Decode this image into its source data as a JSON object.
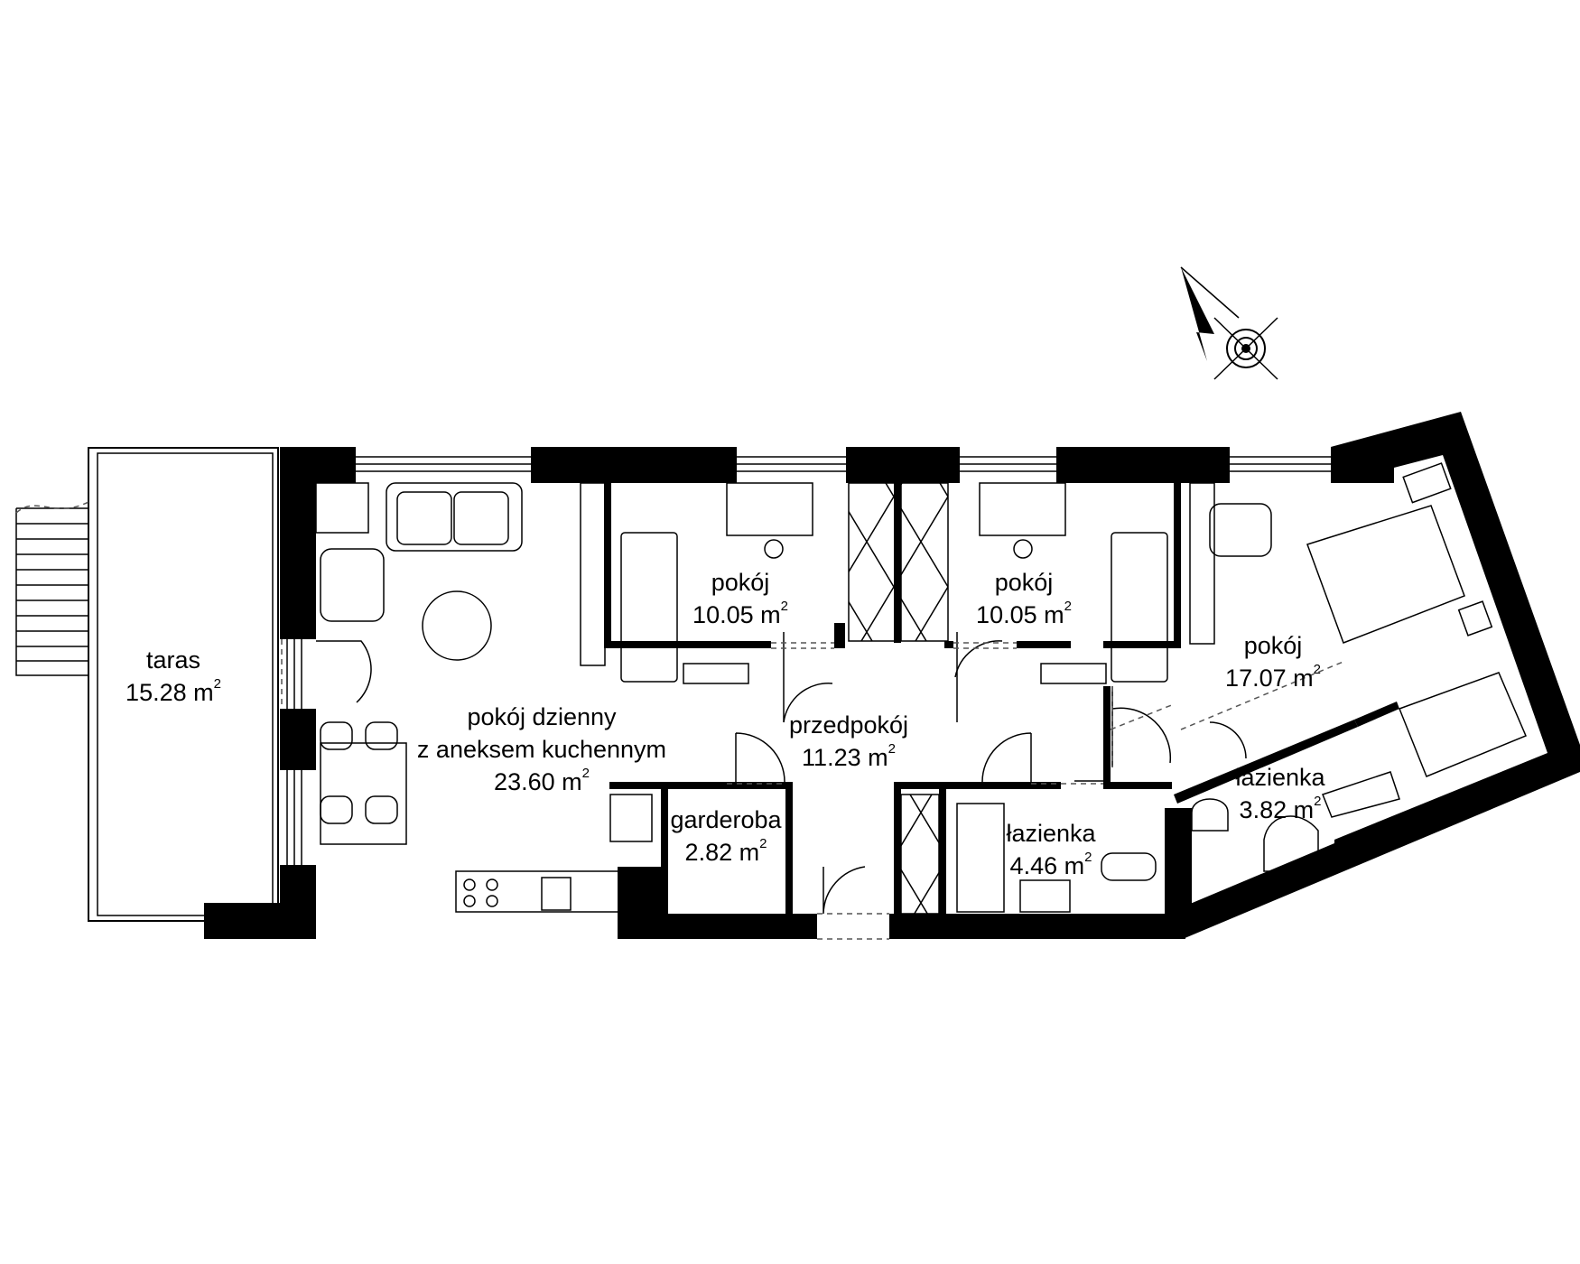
{
  "rooms": [
    {
      "id": "taras",
      "name": "taras",
      "area": "15.28 m"
    },
    {
      "id": "living",
      "name_lines": [
        "pokój dzienny",
        "z aneksem kuchennym"
      ],
      "area": "23.60 m"
    },
    {
      "id": "bedroom-1",
      "name": "pokój",
      "area": "10.05 m"
    },
    {
      "id": "bedroom-2",
      "name": "pokój",
      "area": "10.05 m"
    },
    {
      "id": "bedroom-3",
      "name": "pokój",
      "area": "17.07 m"
    },
    {
      "id": "hall",
      "name": "przedpokój",
      "area": "11.23 m"
    },
    {
      "id": "wardrobe",
      "name": "garderoba",
      "area": "2.82 m"
    },
    {
      "id": "bathroom-1",
      "name": "łazienka",
      "area": "4.46 m"
    },
    {
      "id": "bathroom-2",
      "name": "łazienka",
      "area": "3.82 m"
    }
  ],
  "area_unit_exponent": "2",
  "icons": {
    "north_arrow": "north-arrow-icon"
  },
  "colors": {
    "wall": "#000000",
    "background": "#ffffff",
    "line": "#000000"
  }
}
